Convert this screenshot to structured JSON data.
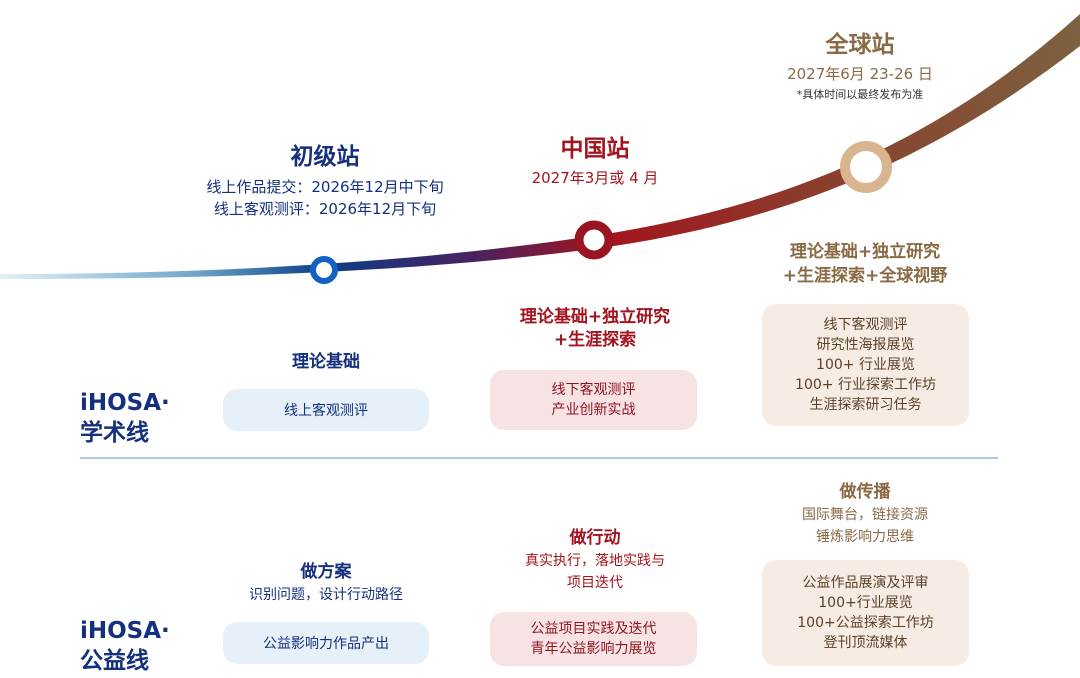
{
  "stages": {
    "primary": {
      "title": "初级站",
      "line1": "线上作品提交：2026年12月中下旬",
      "line2": "线上客观测评：2026年12月下旬"
    },
    "china": {
      "title": "中国站",
      "date": "2027年3月或 4 月"
    },
    "global": {
      "title": "全球站",
      "date": "2027年6月 23-26 日",
      "note": "*具体时间以最终发布为准"
    }
  },
  "academic": {
    "label_line1": "iHOSA·",
    "label_line2": "学术线",
    "col1": {
      "heading": "理论基础",
      "items": [
        "线上客观测评"
      ]
    },
    "col2": {
      "heading_line1": "理论基础+独立研究",
      "heading_line2": "+生涯探索",
      "items": [
        "线下客观测评",
        "产业创新实战"
      ]
    },
    "col3": {
      "heading_line1": "理论基础+独立研究",
      "heading_line2": "+生涯探索+全球视野",
      "items": [
        "线下客观测评",
        "研究性海报展览",
        "100+ 行业展览",
        "100+ 行业探索工作坊",
        "生涯探索研习任务"
      ]
    }
  },
  "public_welfare": {
    "label_line1": "iHOSA·",
    "label_line2": "公益线",
    "col1": {
      "heading": "做方案",
      "sub": "识别问题，设计行动路径",
      "items": [
        "公益影响力作品产出"
      ]
    },
    "col2": {
      "heading": "做行动",
      "sub_line1": "真实执行，落地实践与",
      "sub_line2": "项目迭代",
      "items": [
        "公益项目实践及迭代",
        "青年公益影响力展览"
      ]
    },
    "col3": {
      "heading": "做传播",
      "sub_line1": "国际舞台，链接资源",
      "sub_line2": "锤炼影响力思维",
      "items": [
        "公益作品展演及评审",
        "100+行业展览",
        "100+公益探索工作坊",
        "登刊顶流媒体"
      ]
    }
  },
  "colors": {
    "blue": "#14307e",
    "red": "#a3141f",
    "brown": "#8a6a45",
    "blue_box": "#e6f0f8",
    "red_box": "#f7e3e4",
    "brown_box": "#f6ece3"
  }
}
